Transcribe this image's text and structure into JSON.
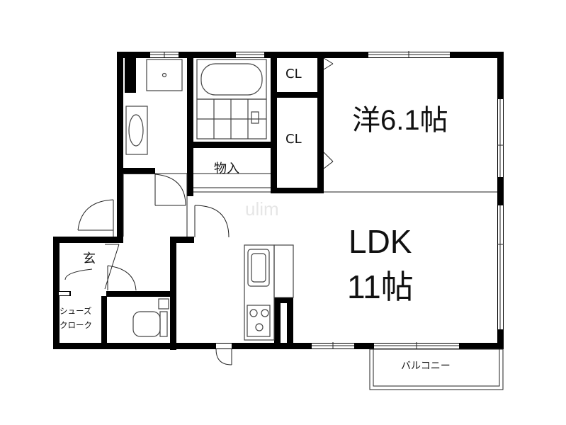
{
  "rooms": {
    "western": "洋6.1帖",
    "ldk_name": "LDK",
    "ldk_size": "11帖",
    "closet_1": "CL",
    "closet_2": "CL",
    "storage": "物入",
    "entrance": "玄",
    "shoe_closet_line1": "シューズ",
    "shoe_closet_line2": "クローク",
    "balcony": "バルコニー"
  },
  "watermark": "ulim",
  "colors": {
    "wall": "#000000",
    "line": "#222222",
    "fixture": "#555555",
    "background": "#ffffff"
  }
}
